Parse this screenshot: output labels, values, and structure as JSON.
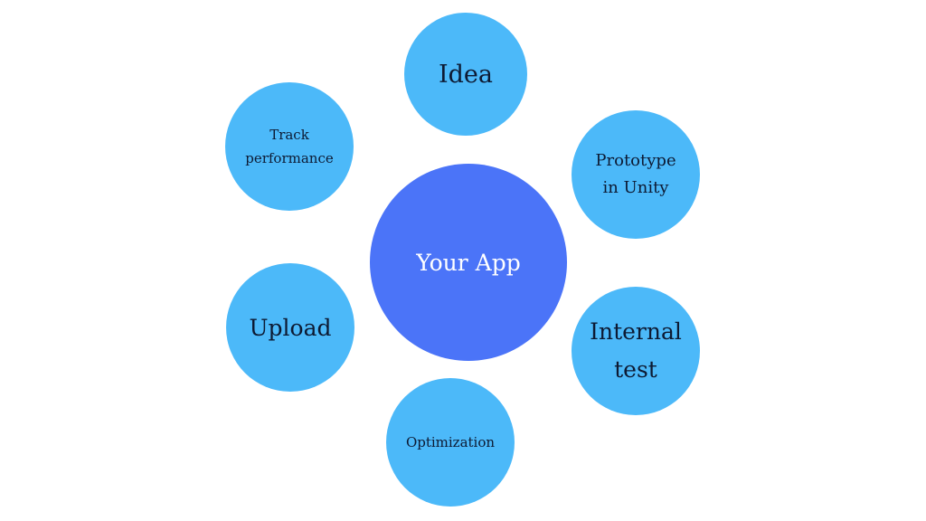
{
  "diagram": {
    "center": {
      "label": "Your App",
      "color": "#4B74F8"
    },
    "nodes": [
      {
        "id": "idea",
        "label": "Idea"
      },
      {
        "id": "prototype",
        "label": "Prototype\nin Unity"
      },
      {
        "id": "internal-test",
        "label": "Internal\ntest"
      },
      {
        "id": "optimization",
        "label": "Optimization"
      },
      {
        "id": "upload",
        "label": "Upload"
      },
      {
        "id": "track-performance",
        "label": "Track\nperformance"
      }
    ],
    "node_color": "#4CB9F9"
  }
}
